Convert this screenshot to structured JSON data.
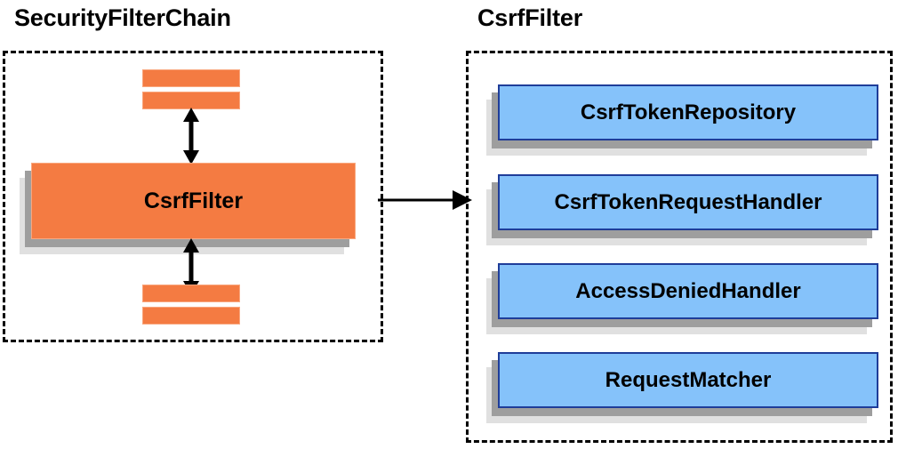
{
  "diagram": {
    "type": "component-relationship-diagram",
    "background_color": "#ffffff",
    "panels": [
      {
        "id": "security-filter-chain",
        "title": "SecurityFilterChain",
        "border_style": "dashed",
        "border_color": "#000000"
      },
      {
        "id": "csrf-filter",
        "title": "CsrfFilter",
        "border_style": "dashed",
        "border_color": "#000000"
      }
    ]
  },
  "left_panel": {
    "title": "SecurityFilterChain",
    "filter_box": {
      "label": "CsrfFilter",
      "fill_color": "#f47b42",
      "border_color": "#f9a77e",
      "shadow_dark": "#9e9e9e",
      "shadow_light": "#e0e0e0"
    },
    "bars_above": [
      {
        "name": "filter-bar-above-1"
      },
      {
        "name": "filter-bar-above-2"
      }
    ],
    "bars_below": [
      {
        "name": "filter-bar-below-1"
      },
      {
        "name": "filter-bar-below-2"
      }
    ],
    "connectors": [
      {
        "name": "arrow-up-chain",
        "style": "double-headed-vertical"
      },
      {
        "name": "arrow-down-chain",
        "style": "double-headed-vertical"
      }
    ]
  },
  "link_arrow": {
    "name": "panel-link-arrow",
    "style": "single-headed-horizontal",
    "color": "#000000",
    "from": "SecurityFilterChain",
    "to": "CsrfFilter"
  },
  "right_panel": {
    "title": "CsrfFilter",
    "collaborators": [
      {
        "label": "CsrfTokenRepository",
        "fill_color": "#85c2fa",
        "border_color": "#1f3d99"
      },
      {
        "label": "CsrfTokenRequestHandler",
        "fill_color": "#85c2fa",
        "border_color": "#1f3d99"
      },
      {
        "label": "AccessDeniedHandler",
        "fill_color": "#85c2fa",
        "border_color": "#1f3d99"
      },
      {
        "label": "RequestMatcher",
        "fill_color": "#85c2fa",
        "border_color": "#1f3d99"
      }
    ]
  },
  "palette": {
    "orange_fill": "#f47b42",
    "orange_border": "#f9a77e",
    "blue_fill": "#85c2fa",
    "blue_border": "#1f3d99",
    "shadow_dark": "#9e9e9e",
    "shadow_light": "#e0e0e0",
    "outline": "#000000"
  }
}
